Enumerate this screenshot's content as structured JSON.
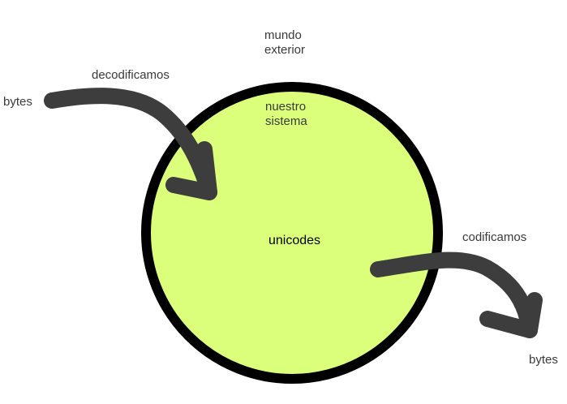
{
  "diagram": {
    "outside_label": "mundo\nexterior",
    "inside_label": "nuestro\nsistema",
    "center_label": "unicodes",
    "decode": {
      "action_label": "decodificamos",
      "source_label": "bytes"
    },
    "encode": {
      "action_label": "codificamos",
      "target_label": "bytes"
    },
    "colors": {
      "circle_fill": "#dbff7a",
      "circle_stroke": "#000000",
      "arrow": "#3d3d3d",
      "text": "#3a3a3a"
    }
  }
}
